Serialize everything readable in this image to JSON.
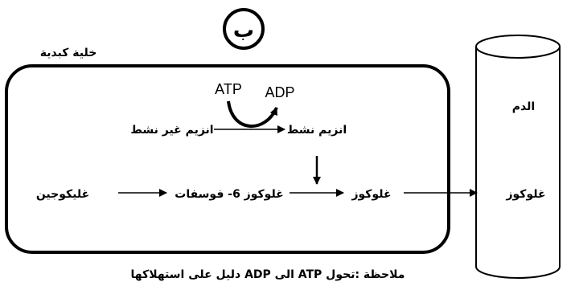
{
  "panel_letter": "ب",
  "cell_label": "خلية كبدية",
  "blood": {
    "title": "الدم",
    "content": "غلوكوز"
  },
  "cycle": {
    "atp": "ATP",
    "adp": "ADP"
  },
  "enzyme": {
    "inactive": "انزيم غير نشط",
    "active": "انزيم نشط"
  },
  "pathway": {
    "glycogen": "غليكوجين",
    "g6p": "غلوكوز 6- فوسفات",
    "glucose": "غلوكوز"
  },
  "note": "ملاحظة :تحول ATP  الى ADP دليل على استهلاكها"
}
